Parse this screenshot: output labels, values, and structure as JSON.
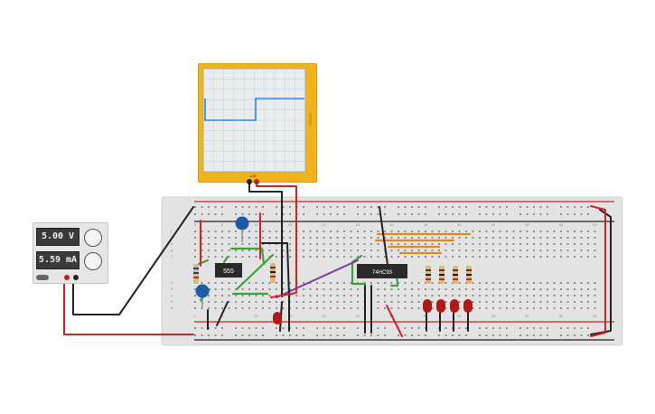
{
  "power_supply": {
    "voltage": "5.00 V",
    "current": "5.59 mA",
    "voltage_knob_icon": "knob-icon",
    "current_knob_icon": "knob-icon"
  },
  "oscilloscope": {
    "readout": "1.00",
    "trace_color": "#2f86d6",
    "grid_color": "#b9d6dc"
  },
  "breadboard": {
    "column_labels_top": [
      "1",
      "5",
      "10",
      "15",
      "20",
      "25",
      "30",
      "35",
      "40",
      "45",
      "50",
      "55",
      "60"
    ],
    "row_labels": [
      "a",
      "b",
      "c",
      "d",
      "e",
      "f",
      "g",
      "h",
      "i",
      "j"
    ]
  },
  "chips": {
    "timer_label": "555",
    "counter_label": "74HC93"
  },
  "colors": {
    "board": "#e3e3e3",
    "wire_red": "#d42222",
    "wire_black": "#222222",
    "wire_green": "#3aa33a",
    "wire_orange": "#e08a1c",
    "wire_purple": "#7b3fa0",
    "led_red": "#b01818",
    "capacitor_blue": "#1e5aa8"
  }
}
